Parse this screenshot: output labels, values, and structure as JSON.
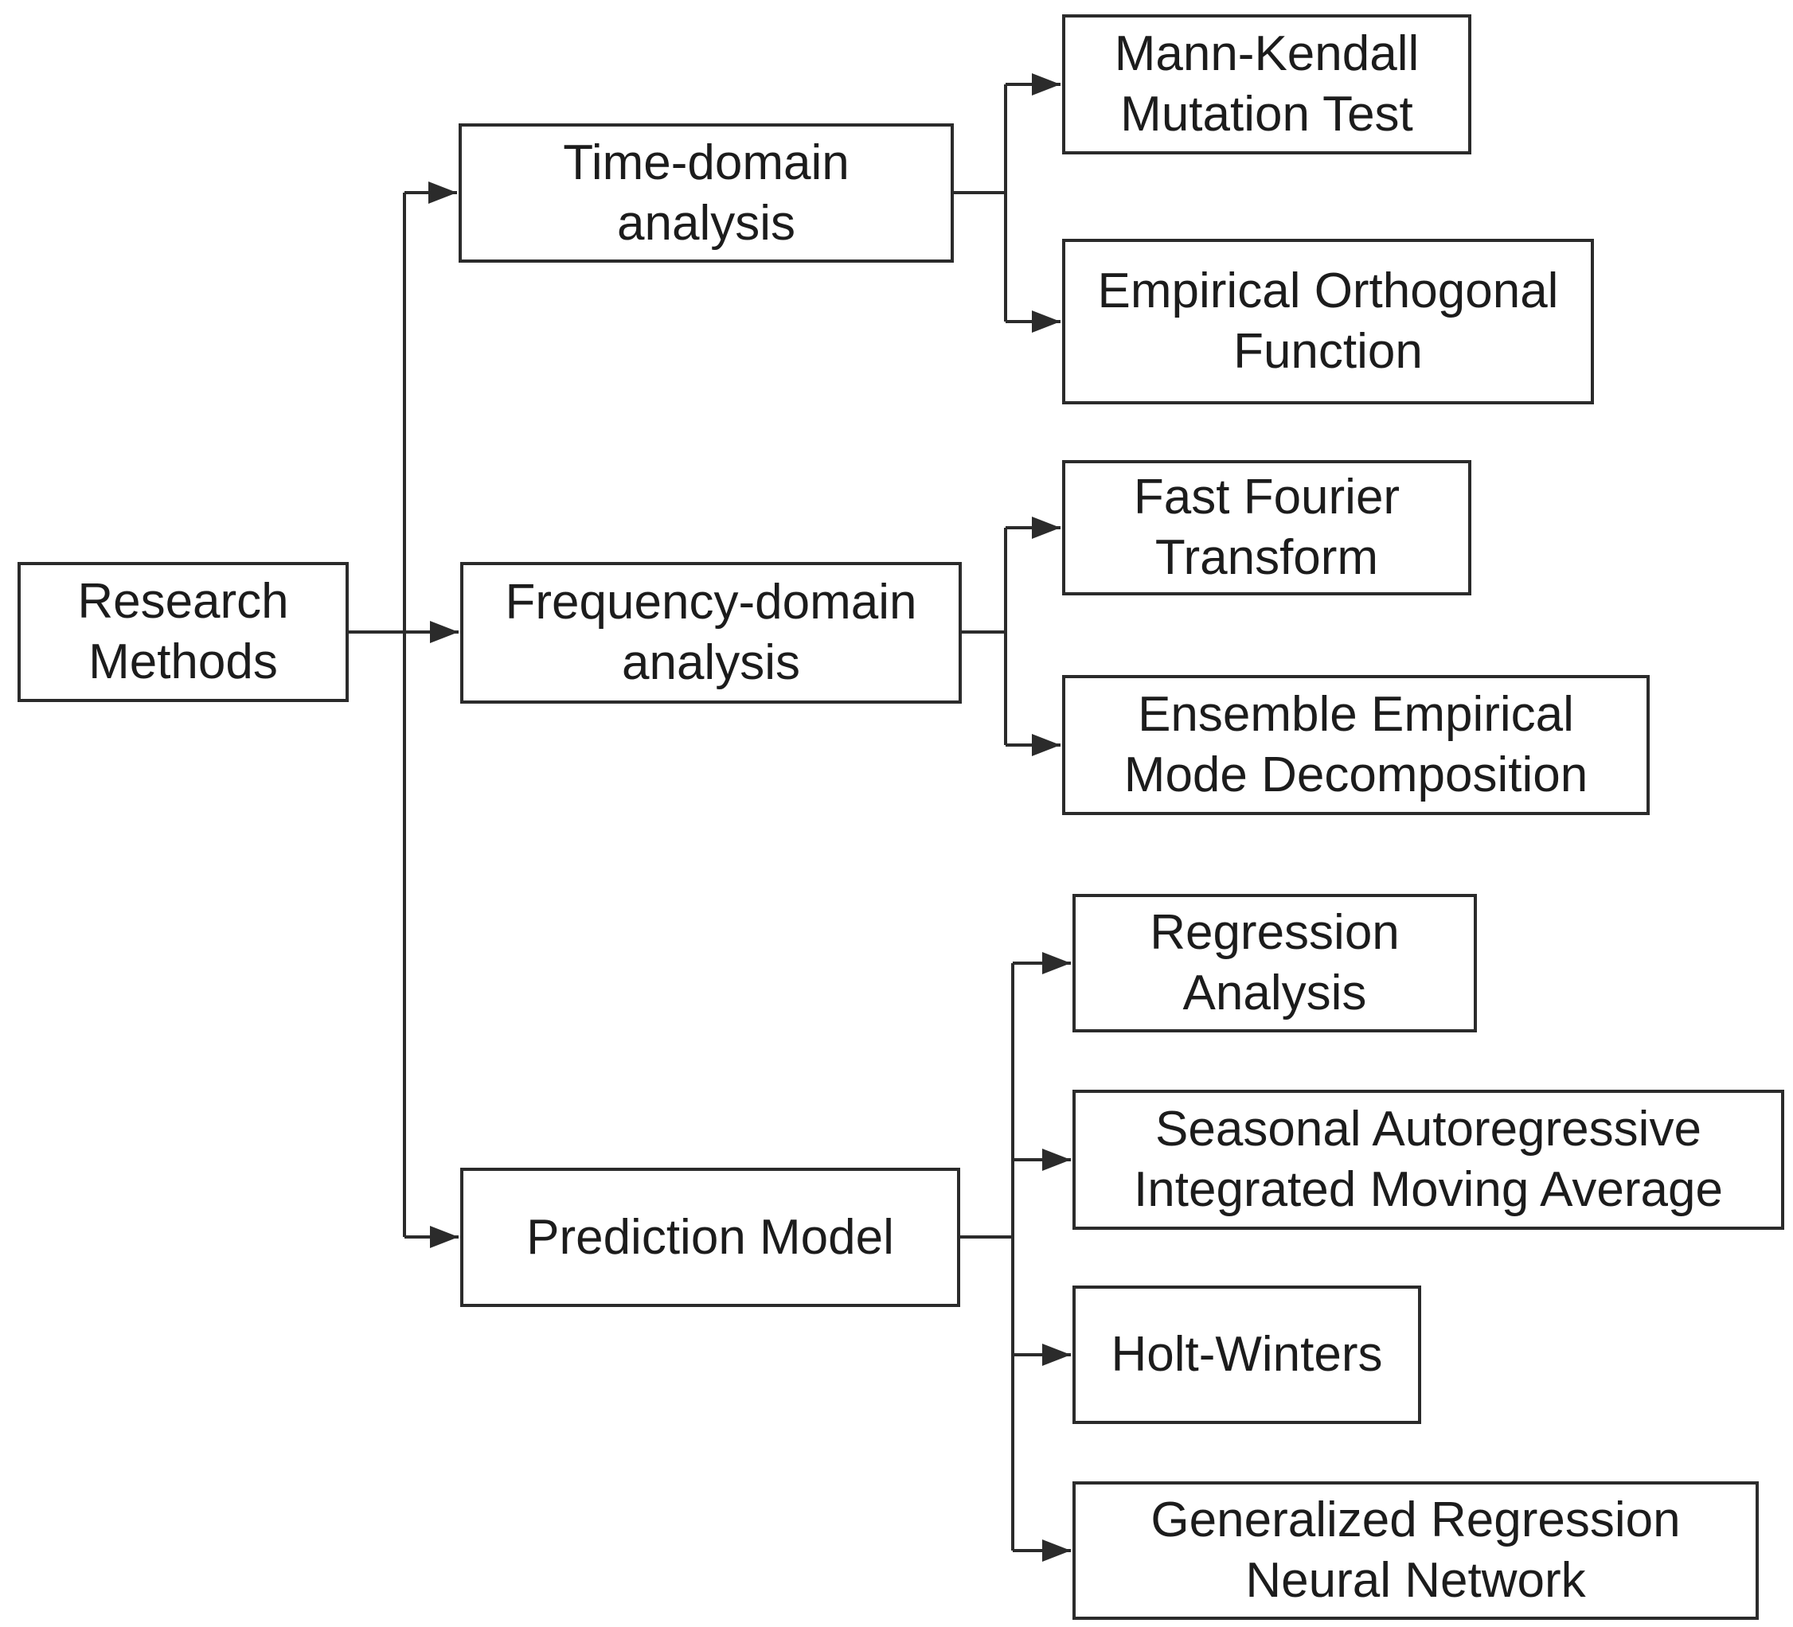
{
  "diagram": {
    "type": "flowchart",
    "orientation": "left-to-right",
    "root": {
      "id": "research-methods",
      "label": "Research\nMethods"
    },
    "branches": [
      {
        "id": "time-domain-analysis",
        "label": "Time-domain\nanalysis",
        "children": [
          {
            "id": "mann-kendall-mutation-test",
            "label": "Mann-Kendall\nMutation Test"
          },
          {
            "id": "empirical-orthogonal-function",
            "label": "Empirical Orthogonal\nFunction"
          }
        ]
      },
      {
        "id": "frequency-domain-analysis",
        "label": "Frequency-domain\nanalysis",
        "children": [
          {
            "id": "fast-fourier-transform",
            "label": "Fast Fourier\nTransform"
          },
          {
            "id": "ensemble-empirical-mode-decomposition",
            "label": "Ensemble Empirical\nMode Decomposition"
          }
        ]
      },
      {
        "id": "prediction-model",
        "label": "Prediction Model",
        "children": [
          {
            "id": "regression-analysis",
            "label": "Regression\nAnalysis"
          },
          {
            "id": "seasonal-arima",
            "label": "Seasonal Autoregressive\nIntegrated Moving Average"
          },
          {
            "id": "holt-winters",
            "label": "Holt-Winters"
          },
          {
            "id": "generalized-regression-neural-network",
            "label": "Generalized Regression\nNeural Network"
          }
        ]
      }
    ],
    "colors": {
      "background": "#ffffff",
      "box_background": "#ffffff",
      "box_border": "#2b2b2b",
      "line": "#2b2b2b",
      "text": "#1c1c1c"
    }
  }
}
